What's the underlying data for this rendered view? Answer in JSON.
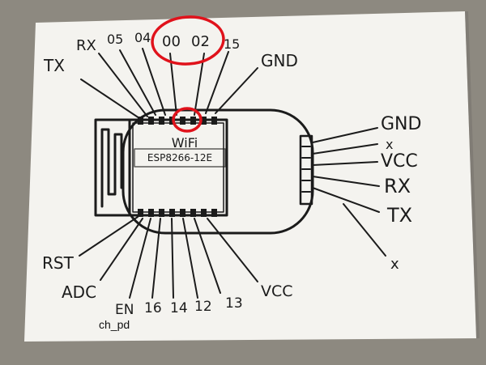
{
  "module": {
    "title": "WiFi",
    "model": "ESP8266-12E"
  },
  "pins": {
    "top": [
      "TX",
      "RX",
      "05",
      "04",
      "00",
      "02",
      "15",
      "GND"
    ],
    "bottom": [
      "RST",
      "ADC",
      "EN",
      "16",
      "14",
      "12",
      "13",
      "VCC"
    ],
    "right": [
      "GND",
      "x",
      "VCC",
      "RX",
      "TX",
      "x"
    ]
  },
  "annotations": {
    "en_note": "ch_pd"
  },
  "colors": {
    "paper": "#f4f3ef",
    "ink": "#1b1b1b",
    "highlight": "#e0121b",
    "background": "#8d8980"
  }
}
